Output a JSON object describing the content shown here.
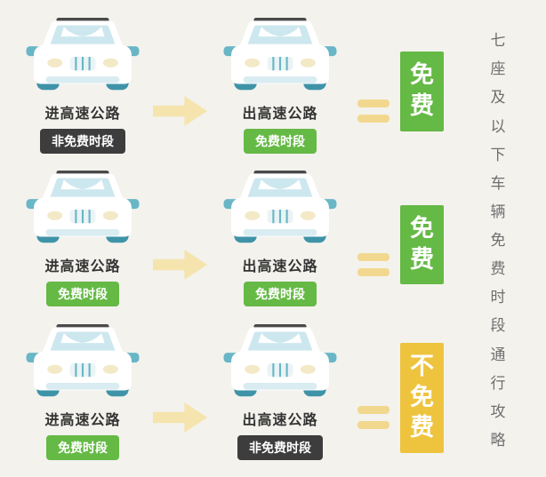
{
  "title": "七座及以下车辆免费时段通行攻略",
  "colors": {
    "background": "#f3f2ed",
    "green": "#65b945",
    "dark_tag": "#3d3d3d",
    "yellow": "#eec43e",
    "arrow": "#f5e4ad",
    "equals": "#f2d88f",
    "car_teal": "#3f93a8"
  },
  "rows": [
    {
      "enter": {
        "label": "进高速公路",
        "tag": "非免费时段",
        "tag_type": "dark"
      },
      "exit": {
        "label": "出高速公路",
        "tag": "免费时段",
        "tag_type": "green"
      },
      "result": {
        "text": "免费",
        "type": "green"
      }
    },
    {
      "enter": {
        "label": "进高速公路",
        "tag": "免费时段",
        "tag_type": "green"
      },
      "exit": {
        "label": "出高速公路",
        "tag": "免费时段",
        "tag_type": "green"
      },
      "result": {
        "text": "免费",
        "type": "green"
      }
    },
    {
      "enter": {
        "label": "进高速公路",
        "tag": "免费时段",
        "tag_type": "green"
      },
      "exit": {
        "label": "出高速公路",
        "tag": "非免费时段",
        "tag_type": "dark"
      },
      "result": {
        "text": "不免费",
        "type": "yellow"
      }
    }
  ]
}
